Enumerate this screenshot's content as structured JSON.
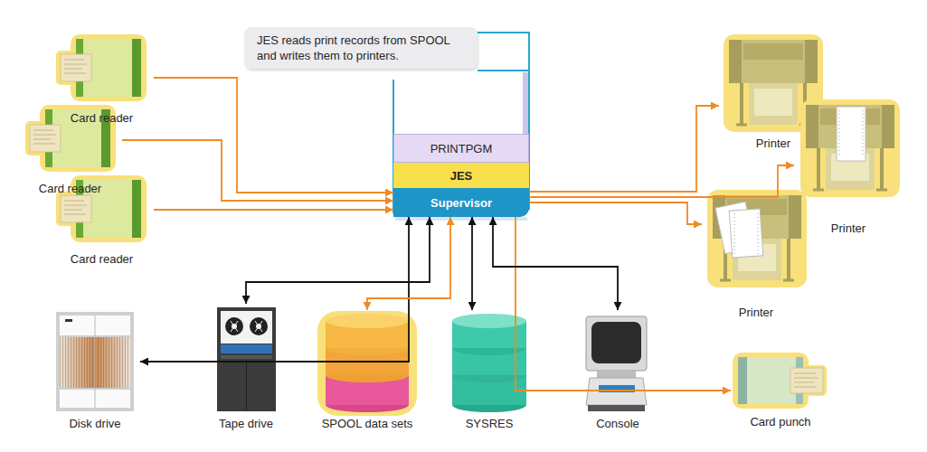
{
  "diagram": {
    "nodes": [
      {
        "text": [
          "Card reader"
        ]
      },
      {
        "text": [
          "Card reader"
        ]
      },
      {
        "text": [
          "Card reader"
        ]
      },
      {
        "text": [
          "JES reads print records from SPOOL and writes them to printers."
        ]
      },
      {
        "text": [
          "PRINTPGM"
        ]
      },
      {
        "text": [
          "JES"
        ]
      },
      {
        "text": [
          "Supervisor"
        ]
      },
      {
        "text": [
          "Printer"
        ]
      },
      {
        "text": [
          "Printer"
        ]
      },
      {
        "text": [
          "Printer"
        ]
      },
      {
        "text": [
          "Disk drive"
        ]
      },
      {
        "text": [
          "Tape drive"
        ]
      },
      {
        "text": [
          "SPOOL data sets"
        ]
      },
      {
        "text": [
          "SYSRES"
        ]
      },
      {
        "text": [
          "Console"
        ]
      },
      {
        "text": [
          "Card punch"
        ]
      }
    ],
    "edges": [
      {
        "from": 0,
        "to": 6,
        "arrow": "to"
      },
      {
        "from": 1,
        "to": 6,
        "arrow": "to"
      },
      {
        "from": 2,
        "to": 6,
        "arrow": "to"
      },
      {
        "from": 6,
        "to": 7,
        "arrow": "to"
      },
      {
        "from": 6,
        "to": 8,
        "arrow": "to"
      },
      {
        "from": 6,
        "to": 9,
        "arrow": "to"
      },
      {
        "from": 6,
        "to": 15,
        "arrow": "to"
      },
      {
        "from": 6,
        "to": 10,
        "arrow": "both"
      },
      {
        "from": 6,
        "to": 11,
        "arrow": "both"
      },
      {
        "from": 6,
        "to": 12,
        "arrow": "both"
      },
      {
        "from": 6,
        "to": 13,
        "arrow": "both"
      },
      {
        "from": 6,
        "to": 14,
        "arrow": "both"
      }
    ]
  }
}
